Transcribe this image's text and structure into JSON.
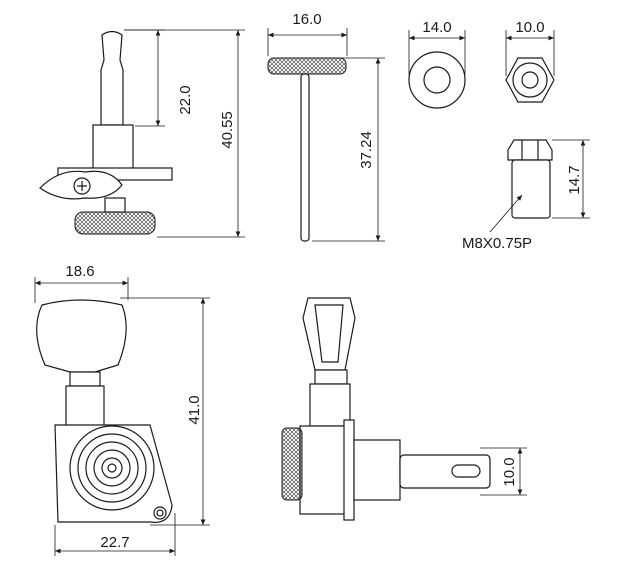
{
  "dimensions": {
    "post_height": "22.0",
    "overall_height_top": "40.55",
    "pin_head_width": "16.0",
    "pin_length": "37.24",
    "washer_diameter": "14.0",
    "nut_width": "10.0",
    "bushing_height": "14.7",
    "thread_spec": "M8X0.75P",
    "button_width": "18.6",
    "overall_height_bottom": "41.0",
    "housing_width": "22.7",
    "post_diameter": "10.0"
  },
  "colors": {
    "line": "#1a1a1a",
    "background": "#ffffff"
  }
}
